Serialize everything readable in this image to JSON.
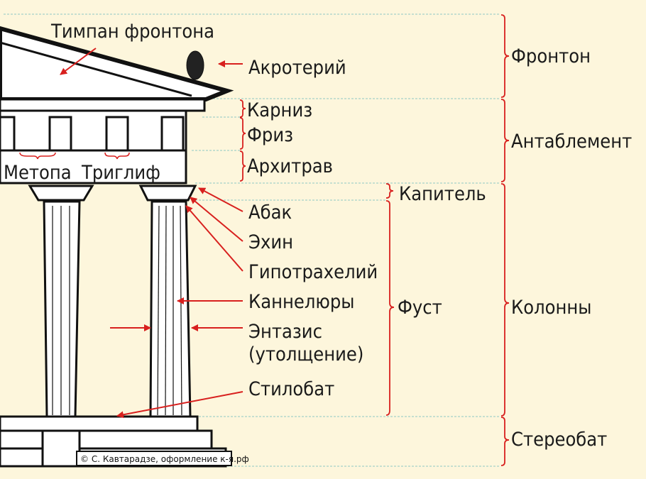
{
  "labels": {
    "tympanum": "Тимпан фронтона",
    "acroterion": "Акротерий",
    "cornice": "Карниз",
    "frieze": "Фриз",
    "architrave": "Архитрав",
    "metope": "Метопа",
    "triglyph": "Триглиф",
    "capital": "Капитель",
    "abacus": "Абак",
    "echinus": "Эхин",
    "hypotrachelion": "Гипотрахелий",
    "flutes": "Каннелюры",
    "entasis": "Энтазис",
    "entasis_note": "(утолщение)",
    "stylobate": "Стилобат",
    "shaft": "Фуст",
    "pediment": "Фронтон",
    "entablature": "Антаблемент",
    "columns": "Колонны",
    "stereobate": "Стереобат"
  },
  "copyright": "© С. Кавтарадзе, оформление к-я.рф",
  "colors": {
    "background": "#fdf6dc",
    "arrow": "#d8201e",
    "guide": "#8ec8c4",
    "ink": "#111111"
  }
}
